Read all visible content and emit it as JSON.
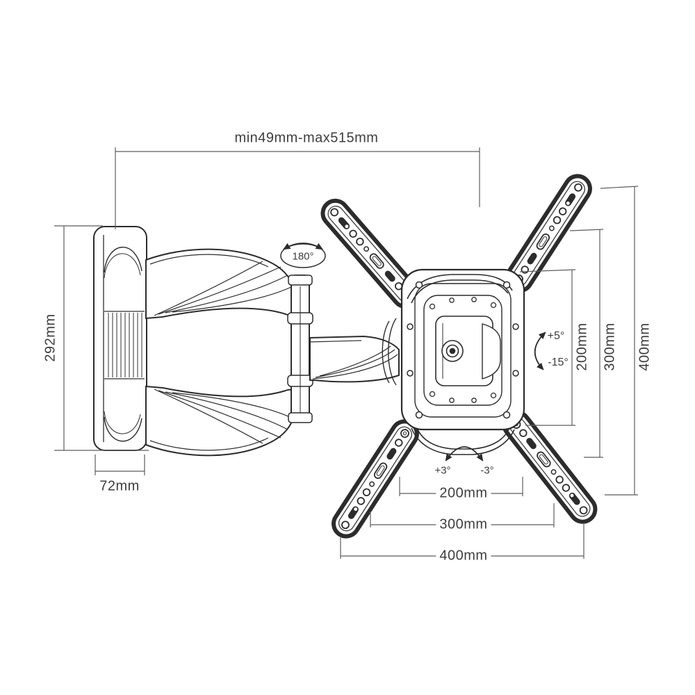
{
  "diagram": {
    "type": "tv-wall-mount-dimension-drawing",
    "top_dimension": {
      "label": "min49mm-max515mm"
    },
    "height_dimension": {
      "label": "292mm"
    },
    "depth_dimension": {
      "label": "72mm"
    },
    "swivel_angle": {
      "label": "180°"
    },
    "tilt_angles": {
      "up": "+5°",
      "down": "-15°"
    },
    "level_adjust_angles": {
      "left": "+3°",
      "right": "-3°"
    },
    "vesa_vertical_dimensions": [
      {
        "label": "200mm"
      },
      {
        "label": "300mm"
      },
      {
        "label": "400mm"
      }
    ],
    "vesa_horizontal_dimensions": [
      {
        "label": "200mm"
      },
      {
        "label": "300mm"
      },
      {
        "label": "400mm"
      }
    ],
    "colors": {
      "line": "#2c2c2c",
      "dimension_line": "#5c5c5c",
      "text": "#3d3d3d",
      "background": "#ffffff"
    }
  }
}
